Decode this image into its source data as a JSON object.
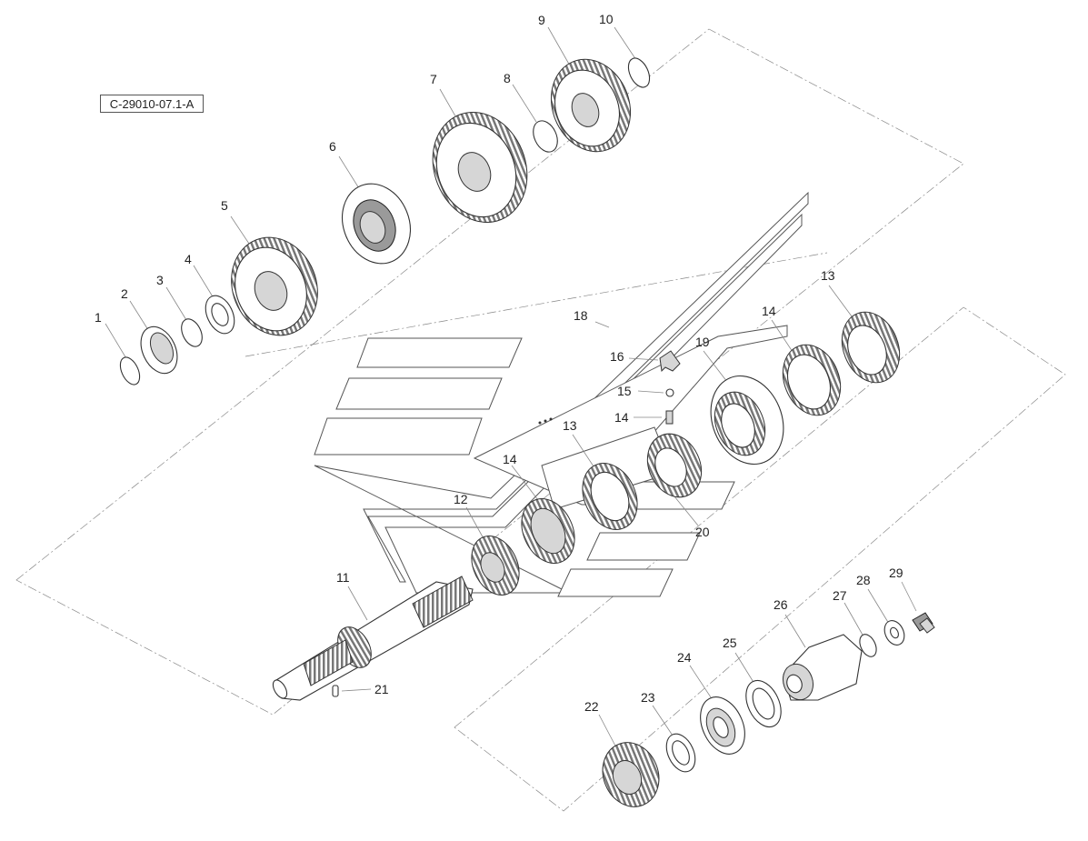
{
  "reference_code": "C-29010-07.1-A",
  "callouts": [
    {
      "id": "c1",
      "label": "1"
    },
    {
      "id": "c2",
      "label": "2"
    },
    {
      "id": "c3",
      "label": "3"
    },
    {
      "id": "c4",
      "label": "4"
    },
    {
      "id": "c5",
      "label": "5"
    },
    {
      "id": "c6",
      "label": "6"
    },
    {
      "id": "c7",
      "label": "7"
    },
    {
      "id": "c8",
      "label": "8"
    },
    {
      "id": "c9",
      "label": "9"
    },
    {
      "id": "c10",
      "label": "10"
    },
    {
      "id": "c11",
      "label": "11"
    },
    {
      "id": "c12",
      "label": "12"
    },
    {
      "id": "c13a",
      "label": "13"
    },
    {
      "id": "c13b",
      "label": "13"
    },
    {
      "id": "c14a",
      "label": "14"
    },
    {
      "id": "c14b",
      "label": "14"
    },
    {
      "id": "c14c",
      "label": "14"
    },
    {
      "id": "c15",
      "label": "15"
    },
    {
      "id": "c16",
      "label": "16"
    },
    {
      "id": "c18",
      "label": "18"
    },
    {
      "id": "c19",
      "label": "19"
    },
    {
      "id": "c20",
      "label": "20"
    },
    {
      "id": "c21",
      "label": "21"
    },
    {
      "id": "c22",
      "label": "22"
    },
    {
      "id": "c23",
      "label": "23"
    },
    {
      "id": "c24",
      "label": "24"
    },
    {
      "id": "c25",
      "label": "25"
    },
    {
      "id": "c26",
      "label": "26"
    },
    {
      "id": "c27",
      "label": "27"
    },
    {
      "id": "c28",
      "label": "28"
    },
    {
      "id": "c29",
      "label": "29"
    }
  ]
}
